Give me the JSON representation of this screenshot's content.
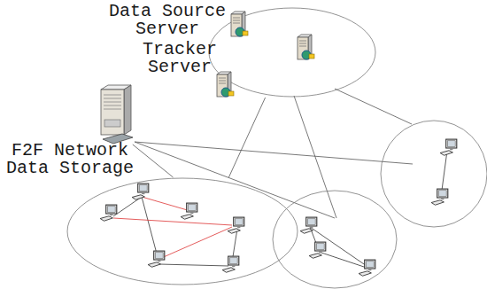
{
  "diagram": {
    "nodes": [
      {
        "text": [
          "Data Source Server"
        ]
      },
      {
        "text": [
          "Tracker Server"
        ]
      },
      {
        "text": [
          "F2F Network Data Storage"
        ]
      }
    ],
    "edges": [
      {
        "from": 0,
        "to": 2,
        "arrow": "none"
      },
      {
        "from": 1,
        "to": 2,
        "arrow": "none"
      }
    ]
  }
}
